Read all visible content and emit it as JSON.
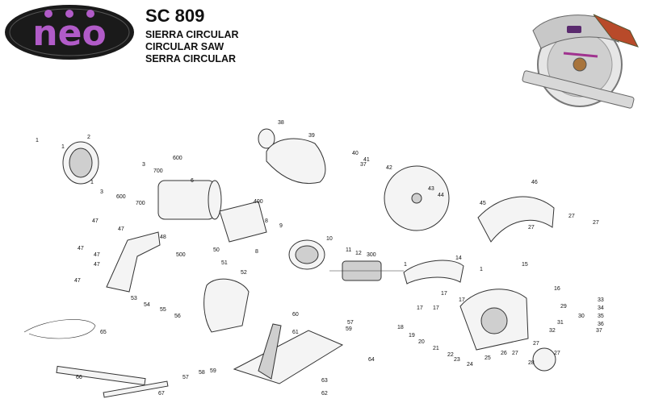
{
  "brand": {
    "logo_text": "neo",
    "color_outer": "#1a1a1a",
    "color_letters": "#b15bc8"
  },
  "header": {
    "model": "SC 809",
    "names": [
      "SIERRA CIRCULAR",
      "CIRCULAR SAW",
      "SERRA CIRCULAR"
    ]
  },
  "diagram": {
    "callouts": [
      "1",
      "1",
      "1",
      "1",
      "1",
      "2",
      "3",
      "3",
      "6",
      "8",
      "8",
      "9",
      "10",
      "11",
      "12",
      "14",
      "15",
      "16",
      "17",
      "17",
      "17",
      "17",
      "18",
      "19",
      "20",
      "21",
      "22",
      "23",
      "24",
      "25",
      "26",
      "27",
      "27",
      "27",
      "27",
      "27",
      "27",
      "28",
      "29",
      "30",
      "31",
      "32",
      "33",
      "34",
      "35",
      "36",
      "37",
      "37",
      "38",
      "39",
      "40",
      "41",
      "42",
      "43",
      "44",
      "45",
      "46",
      "47",
      "47",
      "47",
      "47",
      "47",
      "47",
      "48",
      "50",
      "51",
      "52",
      "53",
      "54",
      "55",
      "56",
      "57",
      "57",
      "58",
      "59",
      "59",
      "60",
      "61",
      "62",
      "63",
      "64",
      "65",
      "66",
      "67",
      "300",
      "400",
      "500",
      "600",
      "600",
      "700",
      "700"
    ]
  }
}
